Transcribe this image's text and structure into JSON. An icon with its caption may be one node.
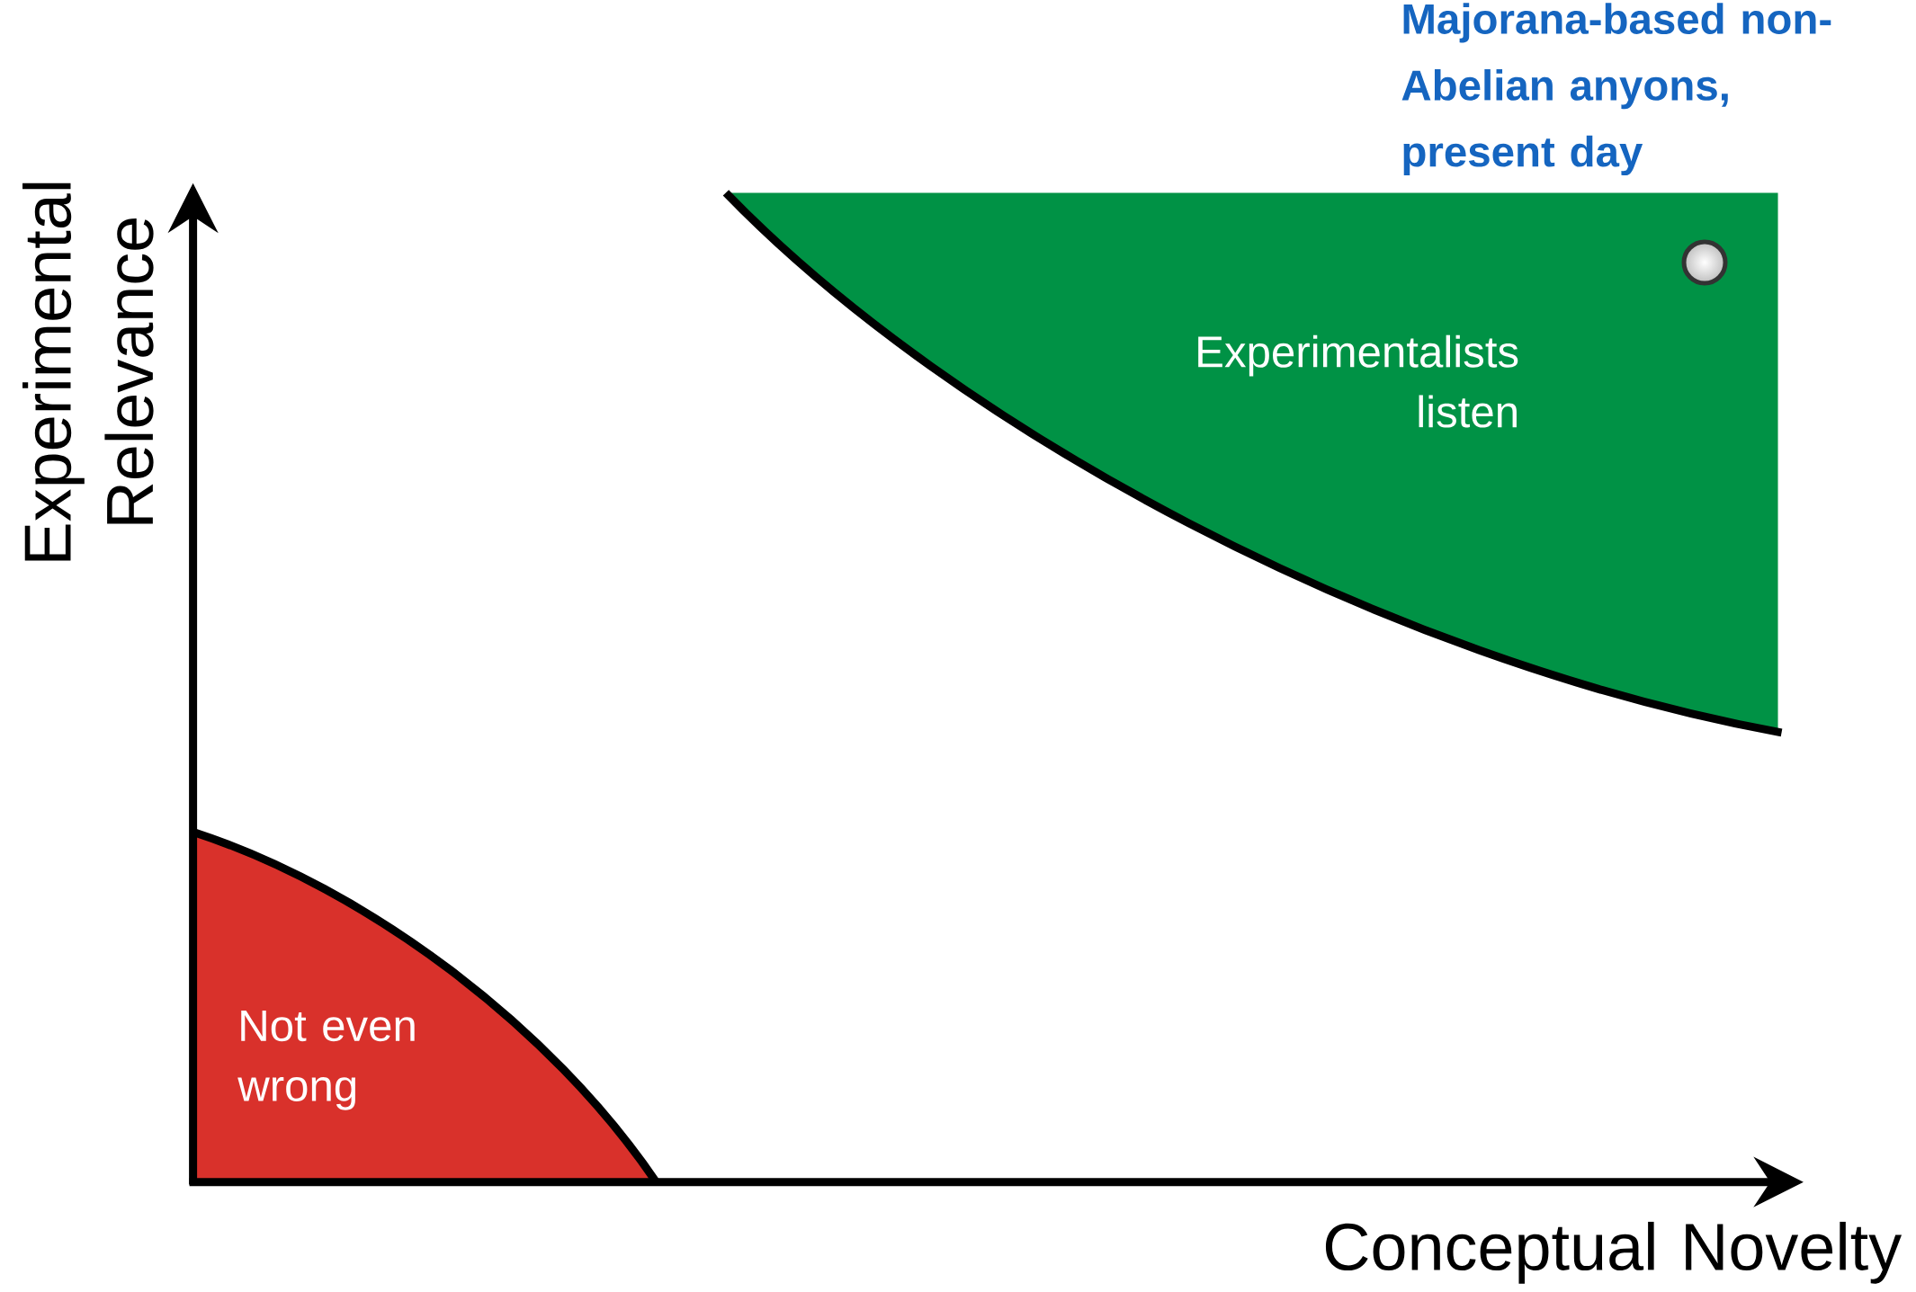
{
  "diagram": {
    "nodes": [
      {
        "text": [
          "Experimentalists listen"
        ]
      },
      {
        "text": [],
        "shape": "circle",
        "in": 0,
        "beside": [
          "Majorana-based non-Abelian anyons, present day"
        ]
      },
      {
        "text": [
          "Not even wrong"
        ]
      }
    ],
    "labels": [
      "Experimental Relevance",
      "Conceptual Novelty"
    ]
  }
}
